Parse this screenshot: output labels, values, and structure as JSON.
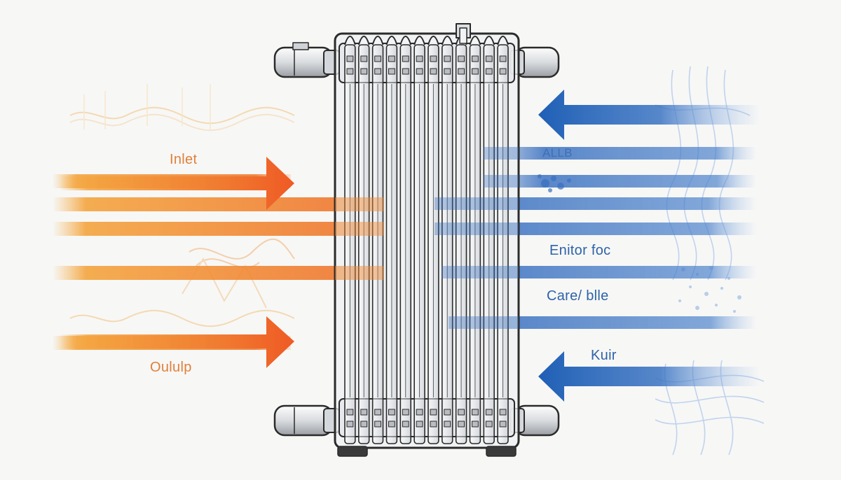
{
  "labels": {
    "inlet": "Inlet",
    "output": "Oululp",
    "top_right": "ALLB",
    "mid_right_1": "Enitor foc",
    "mid_right_2": "Care/ blle",
    "bottom_right": "Kuir"
  },
  "colors": {
    "background": "#f7f7f6",
    "warm_arrow": "#ef5a24",
    "warm_stripe": "#f29a3c",
    "warm_text": "#e0803a",
    "cool_arrow": "#1f5fb5",
    "cool_stripe": "#3c72c0",
    "cool_text": "#2e63a8",
    "radiator_outline": "#2b2b2b",
    "radiator_fill": "#eef0f2"
  },
  "icons": [
    "radiator-icon",
    "orange-arrow-icon",
    "blue-arrow-icon",
    "pipe-connector-icon"
  ]
}
